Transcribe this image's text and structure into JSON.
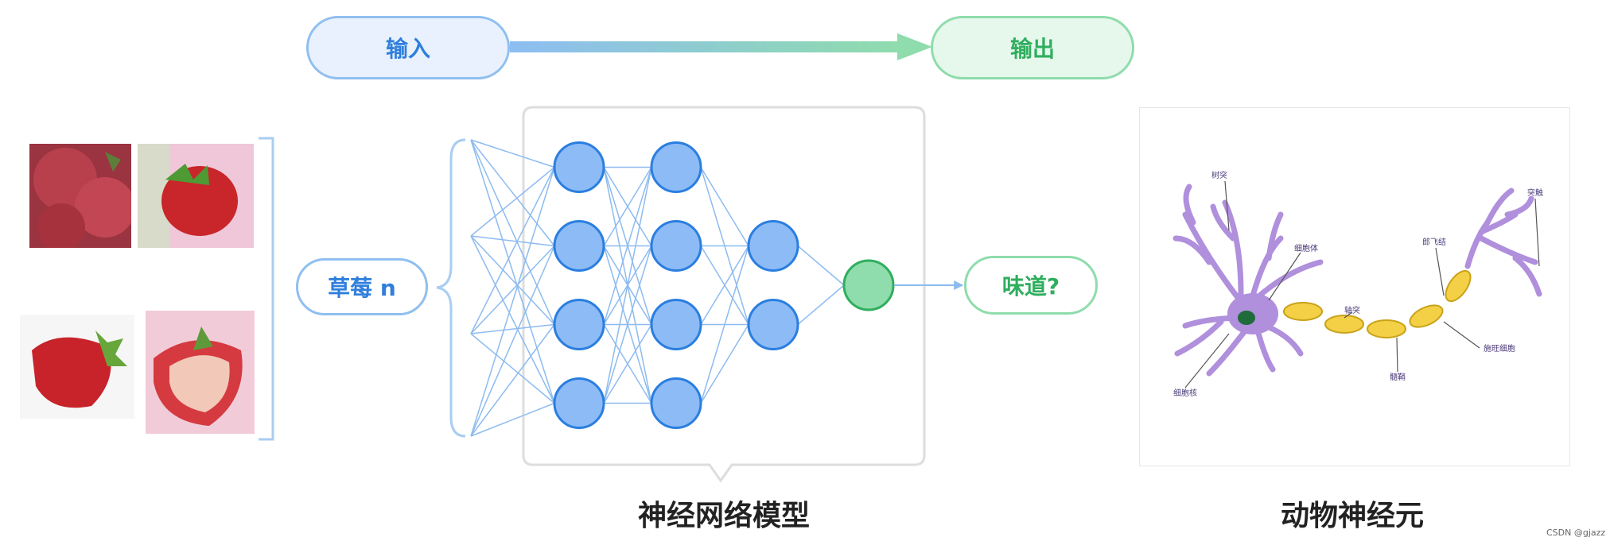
{
  "top_flow": {
    "input_label": "输入",
    "output_label": "输出"
  },
  "input_group": {
    "label": "草莓 n"
  },
  "output_node": {
    "label": "味道?"
  },
  "network": {
    "caption": "神经网络模型",
    "layers": [
      4,
      4,
      2,
      1
    ]
  },
  "neuron": {
    "caption": "动物神经元",
    "labels": {
      "dendrite": "树突",
      "cell_body": "细胞体",
      "axon": "轴突",
      "ranvier_node": "郎飞结",
      "synapse": "突触",
      "schwann_cell": "施旺细胞",
      "myelin": "髓鞘",
      "nucleus": "细胞核"
    }
  },
  "watermark": "CSDN @gjazz",
  "colors": {
    "blue": "#2f7fdc",
    "green": "#2fae5e",
    "node_fill": "#8dbbf5",
    "node_stroke": "#2a7ee0"
  }
}
